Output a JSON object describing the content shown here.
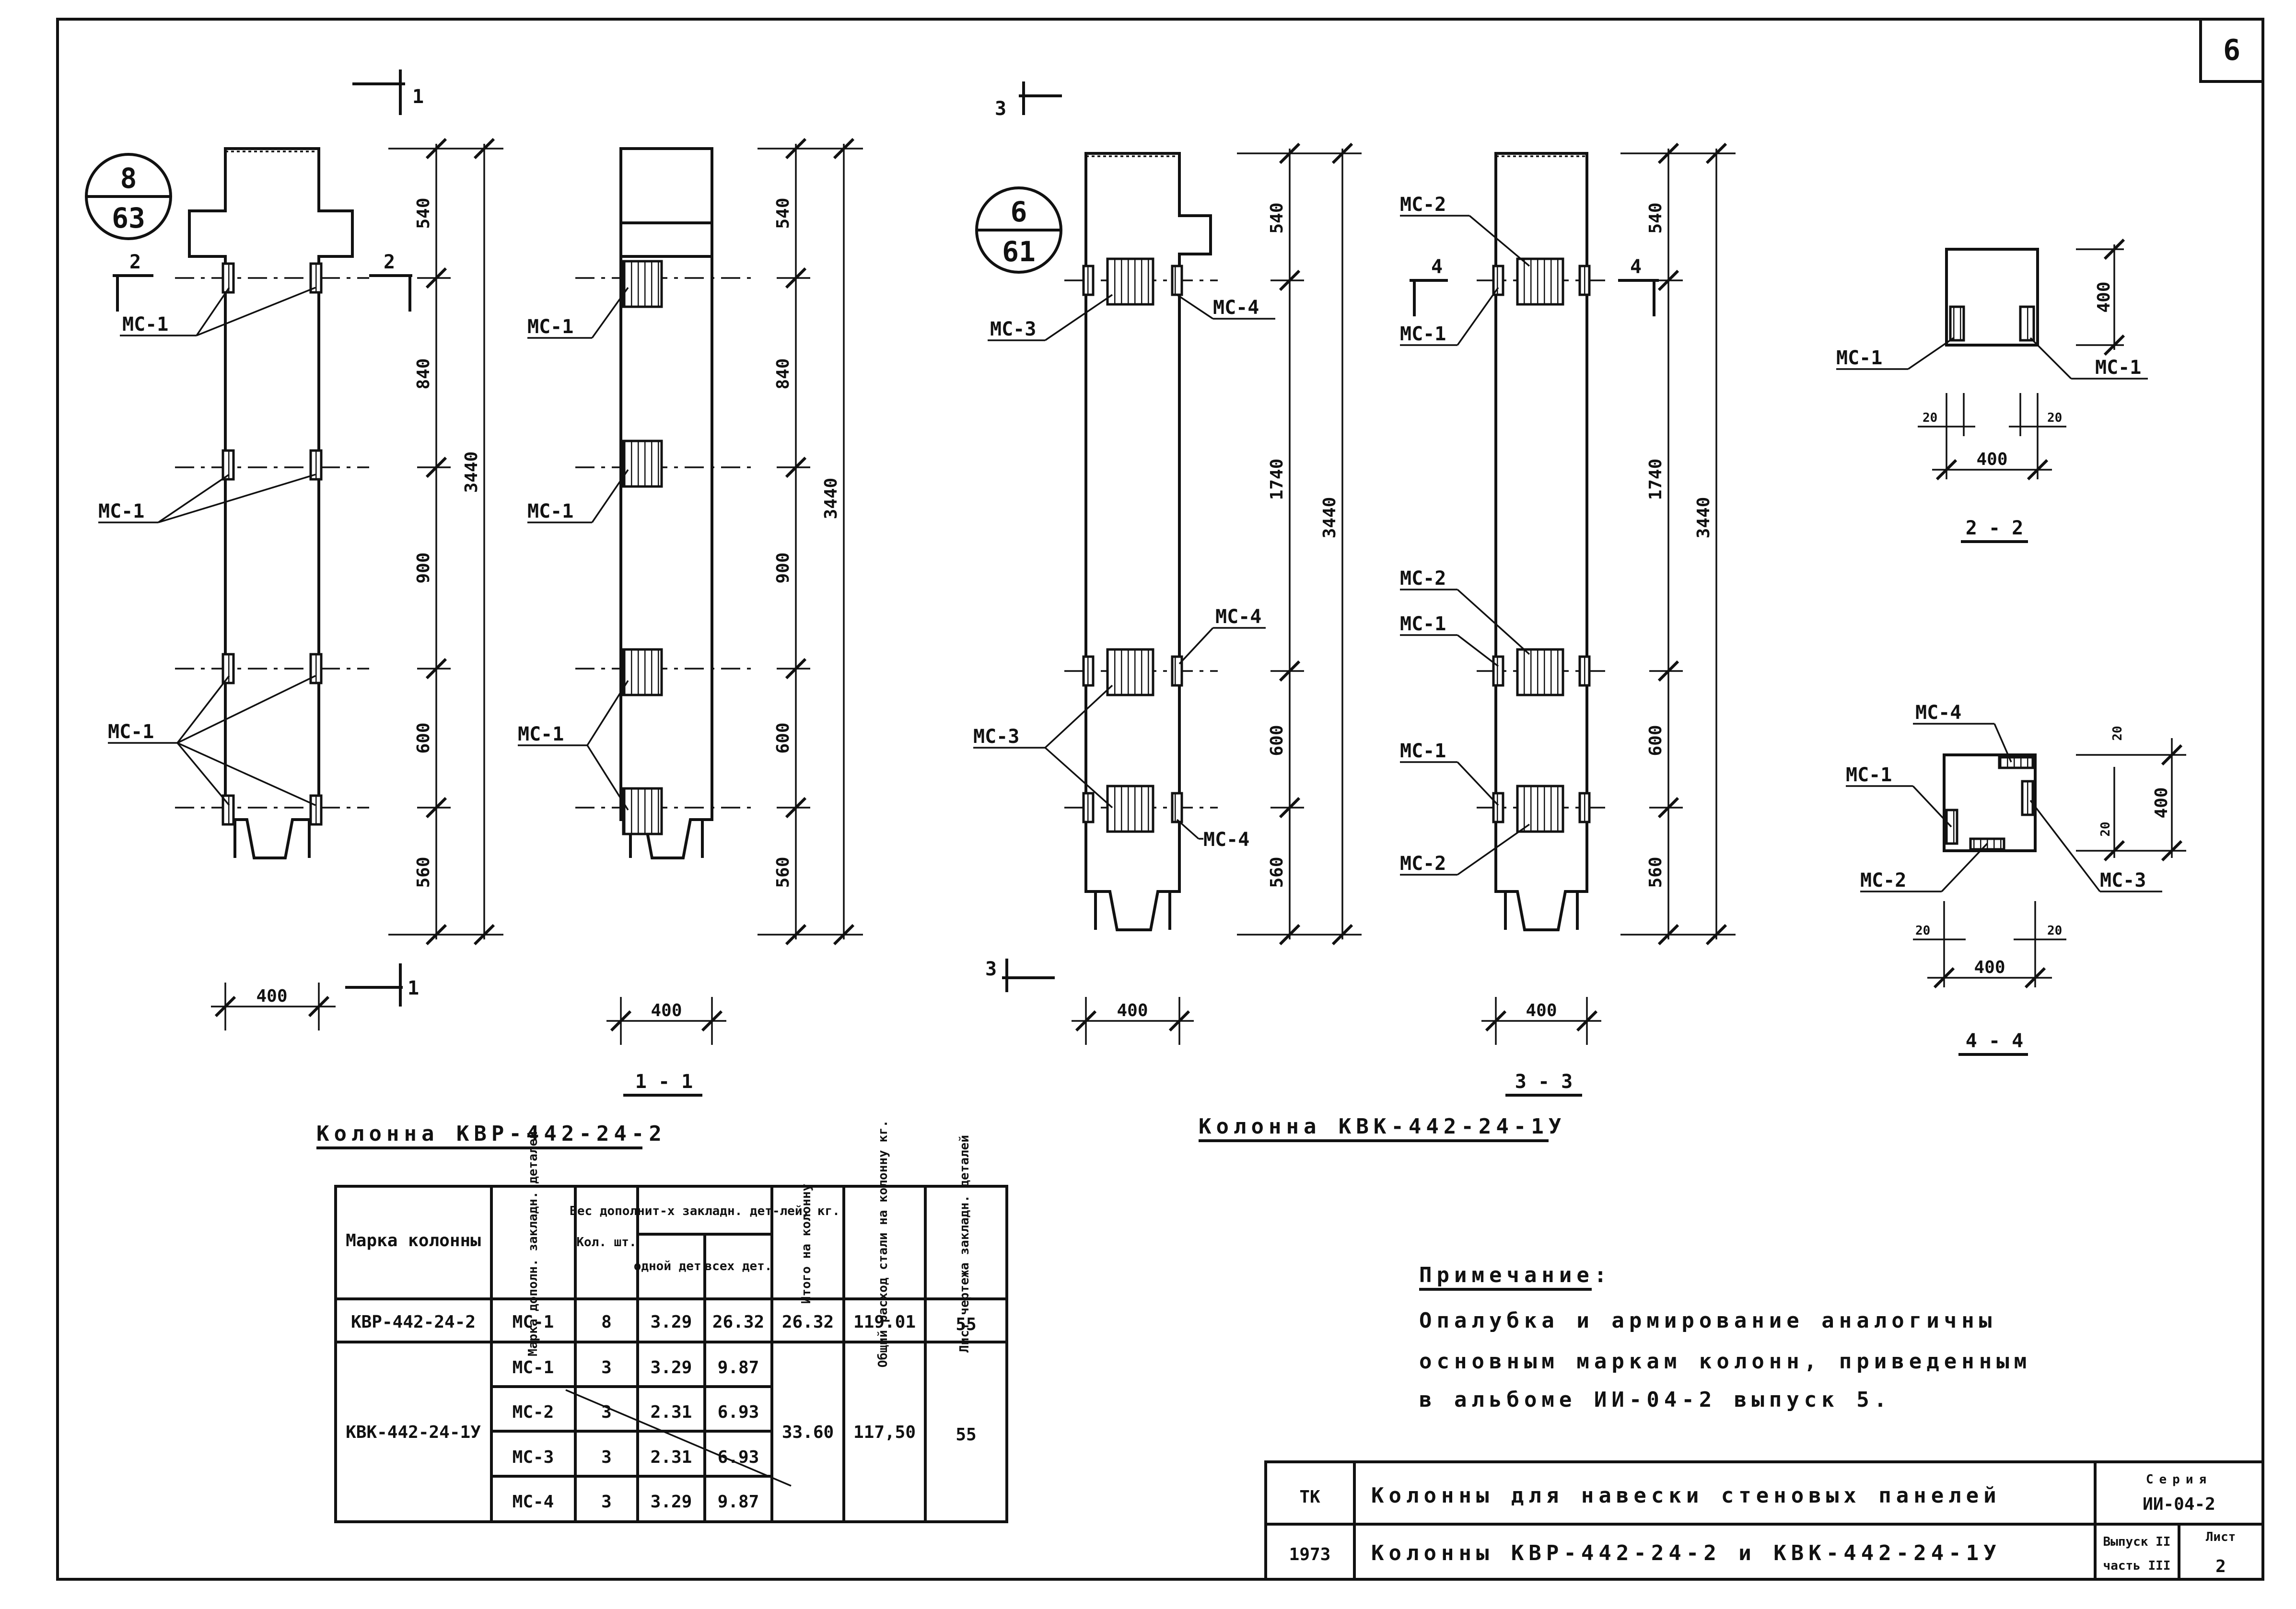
{
  "sheet_number": "6",
  "column_a": {
    "circle_top": "8",
    "circle_bottom": "63",
    "title": "Колонна КВР-442-24-2",
    "section_cut_mark": "1",
    "section_mark_2": "2",
    "part_label": "МС-1",
    "width": "400",
    "dims": [
      "540",
      "840",
      "900",
      "600",
      "560"
    ],
    "total": "3440",
    "section_title": "1 - 1"
  },
  "column_b": {
    "circle_top": "6",
    "circle_bottom": "61",
    "title": "Колонна КВК-442-24-1У",
    "section_cut_mark": "3",
    "section_mark_4": "4",
    "labels": {
      "mc1": "МС-1",
      "mc2": "МС-2",
      "mc3": "МС-3",
      "mc4": "МС-4"
    },
    "width": "400",
    "dims": [
      "540",
      "1740",
      "600",
      "560"
    ],
    "total": "3440",
    "section_title": "3 - 3"
  },
  "section_2_2": {
    "title": "2 - 2",
    "label": "МС-1",
    "height": "400",
    "width": "400",
    "edge": "20"
  },
  "section_4_4": {
    "title": "4 - 4",
    "labels": [
      "МС-1",
      "МС-2",
      "МС-3",
      "МС-4"
    ],
    "height": "400",
    "width": "400",
    "edge": "20"
  },
  "spec_table": {
    "headers": {
      "mark": "Марка колонны",
      "part": "Марка дополн. закладн. деталей",
      "qty": "Кол. шт.",
      "weight_group": "Вес дополнит-х закладн. дет-лей, кг.",
      "one": "одной дет.",
      "all": "всех дет.",
      "total": "Итого на колонну",
      "steel": "Общий расход стали на колонну кг.",
      "drawing": "Лист чертежа закладн. деталей"
    },
    "rows": [
      {
        "mark": "КВР-442-24-2",
        "part": "МС-1",
        "qty": "8",
        "one": "3.29",
        "all": "26.32",
        "total": "26.32",
        "steel": "119.01",
        "drawing": "55"
      },
      {
        "mark": "КВК-442-24-1У",
        "part": "МС-1",
        "qty": "3",
        "one": "3.29",
        "all": "9.87",
        "total": "33.60",
        "steel": "117,50",
        "drawing": "55"
      },
      {
        "mark": "",
        "part": "МС-2",
        "qty": "3",
        "one": "2.31",
        "all": "6.93",
        "total": "",
        "steel": "",
        "drawing": ""
      },
      {
        "mark": "",
        "part": "МС-3",
        "qty": "3",
        "one": "2.31",
        "all": "6.93",
        "total": "",
        "steel": "",
        "drawing": ""
      },
      {
        "mark": "",
        "part": "МС-4",
        "qty": "3",
        "one": "3.29",
        "all": "9.87",
        "total": "",
        "steel": "",
        "drawing": ""
      }
    ]
  },
  "note": {
    "title": "Примечание:",
    "lines": [
      "Опалубка и армирование аналогичны",
      "основным маркам колонн, приведенным",
      "в альбоме ИИ-04-2 выпуск 5."
    ]
  },
  "title_block": {
    "org": "ТК",
    "year": "1973",
    "line1": "Колонны для навески стеновых панелей",
    "line2": "Колонны КВР-442-24-2 и КВК-442-24-1У",
    "series_label": "Серия",
    "series": "ИИ-04-2",
    "issue_label": "Выпуск II",
    "part_label": "часть III",
    "sheet_label": "Лист",
    "sheet": "2"
  }
}
